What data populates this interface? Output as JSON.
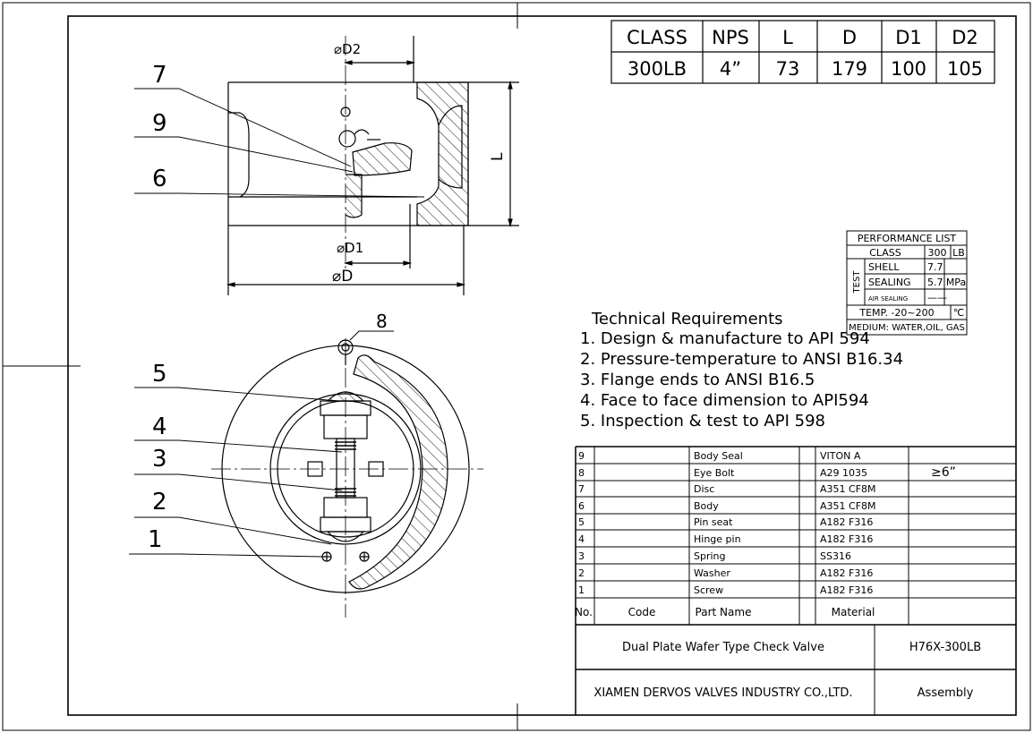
{
  "dims_table": {
    "headers": [
      "CLASS",
      "NPS",
      "L",
      "D",
      "D1",
      "D2"
    ],
    "values": [
      "300LB",
      "4”",
      "73",
      "179",
      "100",
      "105"
    ]
  },
  "performance": {
    "title": "PERFORMANCE LIST",
    "class_label": "CLASS",
    "class_value": "300",
    "class_unit": "LB",
    "test_label": "TEST",
    "shell_label": "SHELL",
    "shell_value": "7.7",
    "sealing_label": "SEALING",
    "sealing_value": "5.7",
    "air_label": "AIR SEALING",
    "air_value": "——",
    "pressure_unit": "MPa",
    "temp_label": "TEMP. -20~200",
    "temp_unit": "℃",
    "medium": "MEDIUM: WATER,OIL, GAS"
  },
  "requirements": {
    "title": "Technical Requirements",
    "items": [
      "1. Design & manufacture to API 594",
      "2. Pressure-temperature to ANSI B16.34",
      "3. Flange ends to ANSI B16.5",
      "4. Face to face dimension to API594",
      "5. Inspection & test to API 598"
    ]
  },
  "dimension_labels": {
    "d2": "⌀D2",
    "d1": "⌀D1",
    "d": "⌀D",
    "l": "L"
  },
  "balloons": {
    "b7": "7",
    "b9": "9",
    "b6": "6",
    "b8": "8",
    "b5": "5",
    "b4": "4",
    "b3": "3",
    "b2": "2",
    "b1": "1"
  },
  "bom": {
    "rows": [
      {
        "no": "9",
        "code": "",
        "name": "Body Seal",
        "material": "VITON A",
        "note": ""
      },
      {
        "no": "8",
        "code": "",
        "name": "Eye Bolt",
        "material": "A29 1035",
        "note": "≥6”"
      },
      {
        "no": "7",
        "code": "",
        "name": "Disc",
        "material": "A351 CF8M",
        "note": ""
      },
      {
        "no": "6",
        "code": "",
        "name": "Body",
        "material": "A351 CF8M",
        "note": ""
      },
      {
        "no": "5",
        "code": "",
        "name": "Pin seat",
        "material": "A182 F316",
        "note": ""
      },
      {
        "no": "4",
        "code": "",
        "name": "Hinge pin",
        "material": "A182 F316",
        "note": ""
      },
      {
        "no": "3",
        "code": "",
        "name": "Spring",
        "material": "SS316",
        "note": ""
      },
      {
        "no": "2",
        "code": "",
        "name": "Washer",
        "material": "A182 F316",
        "note": ""
      },
      {
        "no": "1",
        "code": "",
        "name": "Screw",
        "material": "A182 F316",
        "note": ""
      }
    ],
    "header": {
      "no": "No.",
      "code": "Code",
      "name": "Part Name",
      "material": "Material"
    }
  },
  "title_block": {
    "product": "Dual Plate Wafer Type Check Valve",
    "model": "H76X-300LB",
    "company": "XIAMEN DERVOS VALVES INDUSTRY CO.,LTD.",
    "sheet_type": "Assembly"
  }
}
